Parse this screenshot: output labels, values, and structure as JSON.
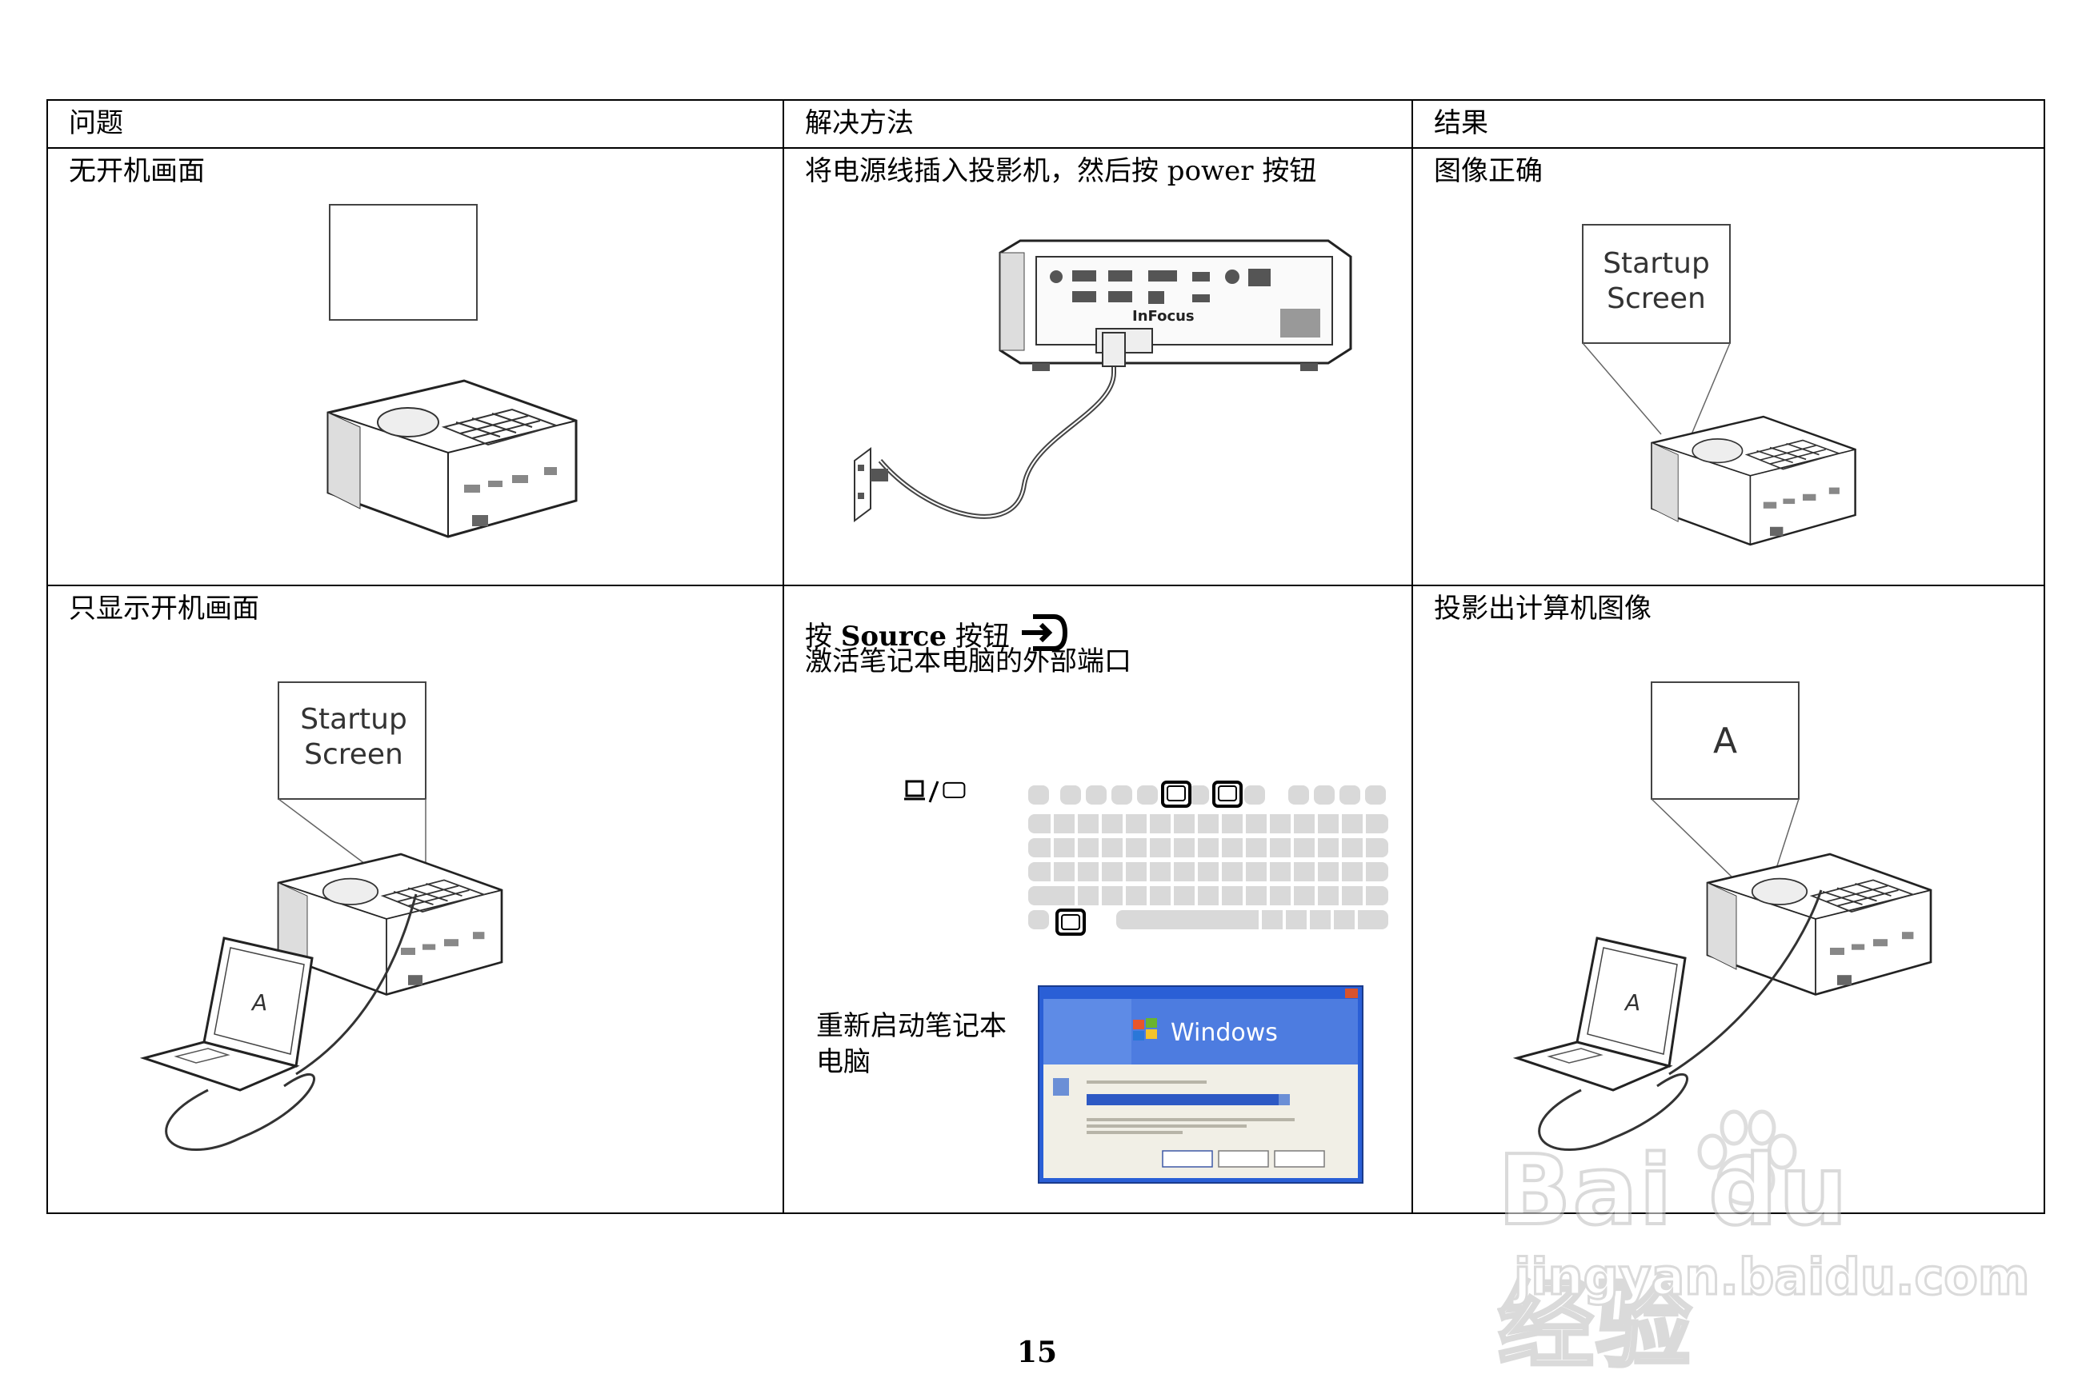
{
  "table": {
    "headers": {
      "problem": "问题",
      "solution": "解决方法",
      "result": "结果"
    },
    "row1": {
      "problem": "无开机画面",
      "solution": "将电源线插入投影机，然后按 power 按钮",
      "result": "图像正确",
      "screen_label_1": "Startup",
      "screen_label_2": "Screen",
      "projector_brand": "InFocus"
    },
    "row2": {
      "problem": "只显示开机画面",
      "solution_prefix": "按",
      "solution_source": "Source",
      "solution_suffix": "按钮",
      "solution_line2": "激活笔记本电脑的外部端口",
      "restart_line1": "重新启动笔记本",
      "restart_line2": "电脑",
      "result": "投影出计算机图像",
      "screen_label_1": "Startup",
      "screen_label_2": "Screen",
      "laptop_letter": "A",
      "result_screen_letter": "A",
      "windows_logo_text": "Windows"
    }
  },
  "page_number": "15",
  "watermark": {
    "brand": "Bai du 经验",
    "url": "jingyan.baidu.com"
  }
}
